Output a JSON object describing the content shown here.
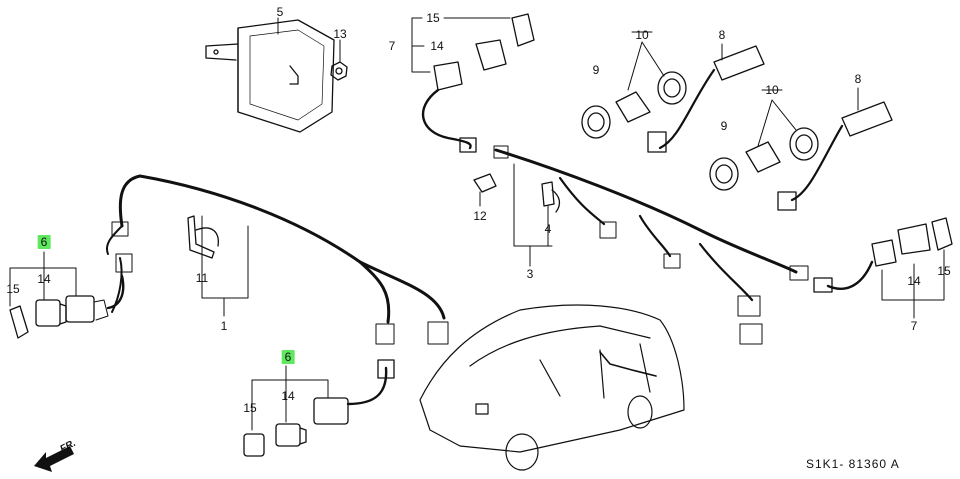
{
  "callouts": {
    "c1": "1",
    "c3": "3",
    "c4": "4",
    "c5": "5",
    "c6a": "6",
    "c6b": "6",
    "c7a": "7",
    "c7b": "7",
    "c8a": "8",
    "c8b": "8",
    "c9a": "9",
    "c9b": "9",
    "c10a": "10",
    "c10b": "10",
    "c11": "11",
    "c12": "12",
    "c13": "13",
    "c14a": "14",
    "c14b": "14",
    "c14c": "14",
    "c14d": "14",
    "c15a": "15",
    "c15b": "15",
    "c15c": "15",
    "c15d": "15"
  },
  "diagram_code": "S1K1-  81360 A",
  "front_marker": "FR.",
  "highlight_color": "#5ee85e"
}
